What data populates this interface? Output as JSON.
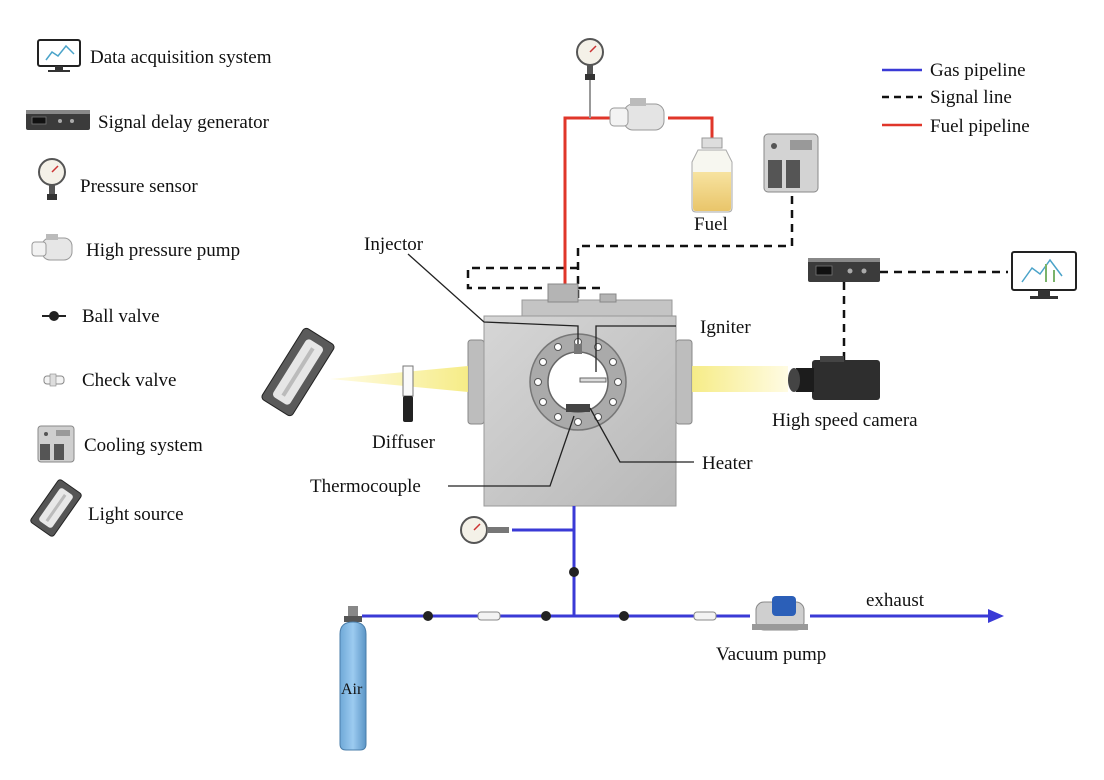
{
  "legend_left": [
    {
      "icon": "monitor-icon",
      "label": "Data acquisition system"
    },
    {
      "icon": "delay-generator-icon",
      "label": "Signal delay generator"
    },
    {
      "icon": "pressure-gauge-icon",
      "label": "Pressure sensor"
    },
    {
      "icon": "pump-icon",
      "label": "High pressure pump"
    },
    {
      "icon": "ball-valve-icon",
      "label": "Ball valve"
    },
    {
      "icon": "check-valve-icon",
      "label": "Check valve"
    },
    {
      "icon": "cooling-system-icon",
      "label": "Cooling system"
    },
    {
      "icon": "light-source-icon",
      "label": "Light source"
    }
  ],
  "legend_lines": [
    {
      "label": "Gas pipeline",
      "color": "#3a3ad6",
      "style": "solid"
    },
    {
      "label": "Signal line",
      "color": "#111111",
      "style": "dashed"
    },
    {
      "label": "Fuel pipeline",
      "color": "#e0362a",
      "style": "solid"
    }
  ],
  "labels": {
    "fuel": "Fuel",
    "injector": "Injector",
    "igniter": "Igniter",
    "diffuser": "Diffuser",
    "high_speed_camera": "High speed camera",
    "heater": "Heater",
    "thermocouple": "Thermocouple",
    "exhaust": "exhaust",
    "vacuum_pump": "Vacuum pump",
    "air": "Air"
  },
  "colors": {
    "gas": "#3a3ad6",
    "fuel": "#e0362a",
    "signal": "#111111",
    "chamber": "#c9c9c9",
    "beam": "#f7ef9a"
  }
}
